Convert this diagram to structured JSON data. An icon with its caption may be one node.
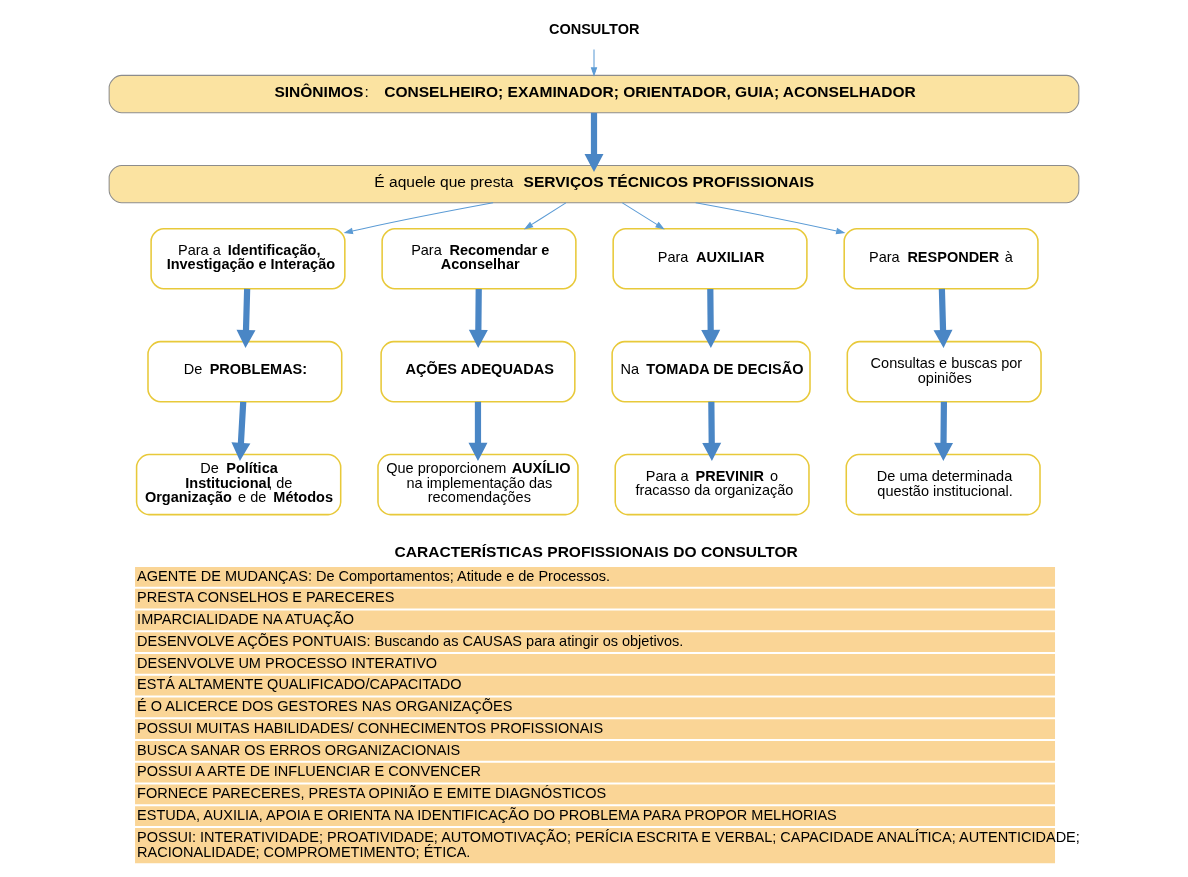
{
  "diagram": {
    "nodes": [
      {
        "text": [
          "CONSULTOR"
        ]
      },
      {
        "text": [
          "**SINÔNIMOS**:  **CONSELHEIRO; EXAMINADOR; ORIENTADOR, GUIA; ACONSELHADOR**"
        ]
      },
      {
        "text": [
          "É aquele que presta **SERVIÇOS TÉCNICOS PROFISSIONAIS**"
        ]
      },
      {
        "text": [
          "Para a **Identificação, Investigação e Interação**"
        ]
      },
      {
        "text": [
          "De **PROBLEMAS:**"
        ]
      },
      {
        "text": [
          "De **Política Institucional**, de **Organização** e de **Métodos**"
        ]
      },
      {
        "text": [
          "Para **Recomendar e Aconselhar**"
        ]
      },
      {
        "text": [
          "**AÇÕES ADEQUADAS**"
        ]
      },
      {
        "text": [
          "Que proporcionem **AUXÍLIO** na implementação das recomendações"
        ]
      },
      {
        "text": [
          "Para **AUXILIAR**"
        ]
      },
      {
        "text": [
          "Na **TOMADA DE DECISÃO**"
        ]
      },
      {
        "text": [
          "Para a **PREVINIR** o fracasso da organização"
        ]
      },
      {
        "text": [
          "Para **RESPONDER** à"
        ]
      },
      {
        "text": [
          "Consultas e buscas por opiniões"
        ]
      },
      {
        "text": [
          "De uma determinada questão institucional."
        ]
      },
      {
        "text": [
          "CARACTERÍSTICAS PROFISSIONAIS DO CONSULTOR",
          "AGENTE DE MUDANÇAS: De Comportamentos; Atitude e de Processos.",
          "PRESTA CONSELHOS E PARECERES",
          "IMPARCIALIDADE NA ATUAÇÃO",
          "DESENVOLVE AÇÕES PONTUAIS: Buscando as CAUSAS para atingir os objetivos.",
          "DESENVOLVE UM PROCESSO INTERATIVO",
          "ESTÁ ALTAMENTE QUALIFICADO/CAPACITADO",
          "É O ALICERCE DOS GESTORES NAS ORGANIZAÇÕES",
          "POSSUI MUITAS HABILIDADES/ CONHECIMENTOS PROFISSIONAIS",
          "BUSCA SANAR OS ERROS ORGANIZACIONAIS",
          "POSSUI A ARTE DE INFLUENCIAR E CONVENCER",
          "FORNECE PARECERES, PRESTA OPINIÃO E EMITE DIAGNÓSTICOS",
          "ESTUDA, AUXILIA, APOIA E ORIENTA NA IDENTIFICAÇÃO DO PROBLEMA PARA PROPOR MELHORIAS",
          "POSSUI: INTERATIVIDADE; PROATIVIDADE; AUTOMOTIVAÇÃO; PERÍCIA ESCRITA E VERBAL; CAPACIDADE ANALÍTICA; AUTENTICIDADE; RACIONALIDADE; COMPROMETIMENTO; ÉTICA."
        ]
      }
    ],
    "edges": [
      {
        "from": 0,
        "to": 1,
        "arrow": "to",
        "color": "#5b9bd5"
      },
      {
        "from": 1,
        "to": 2,
        "arrow": "to"
      },
      {
        "from": 2,
        "to": 3,
        "arrow": "to",
        "color": "#5b9bd5"
      },
      {
        "from": 2,
        "to": 6,
        "arrow": "to",
        "color": "#5b9bd5"
      },
      {
        "from": 2,
        "to": 9,
        "arrow": "to",
        "color": "#5b9bd5"
      },
      {
        "from": 2,
        "to": 12,
        "arrow": "to",
        "color": "#5b9bd5"
      },
      {
        "from": 3,
        "to": 4,
        "arrow": "to"
      },
      {
        "from": 4,
        "to": 5,
        "arrow": "to"
      },
      {
        "from": 6,
        "to": 7,
        "arrow": "to"
      },
      {
        "from": 7,
        "to": 8,
        "arrow": "to"
      },
      {
        "from": 9,
        "to": 10,
        "arrow": "to"
      },
      {
        "from": 10,
        "to": 11,
        "arrow": "to"
      },
      {
        "from": 12,
        "to": 13,
        "arrow": "to"
      },
      {
        "from": 13,
        "to": 14,
        "arrow": "to"
      }
    ]
  }
}
